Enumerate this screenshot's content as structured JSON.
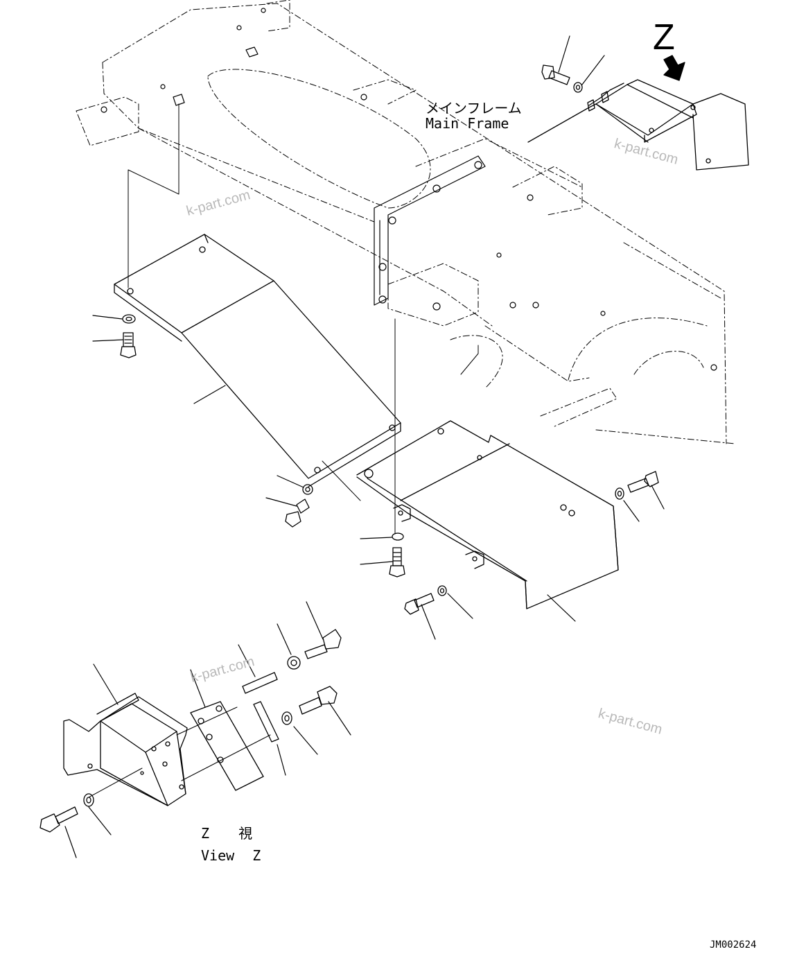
{
  "labels": {
    "main_frame_jp": "メインフレーム",
    "main_frame_en": "Main Frame",
    "view_letter": "Z",
    "view_z_jp": "Z 視",
    "view_z_en": "View Z",
    "drawing_code": "JM002624"
  },
  "watermarks": [
    "k-part.com",
    "k-part.com",
    "k-part.com",
    "k-part.com"
  ],
  "colors": {
    "line": "#000000",
    "watermark": "#b9b9b9",
    "background": "#ffffff"
  }
}
